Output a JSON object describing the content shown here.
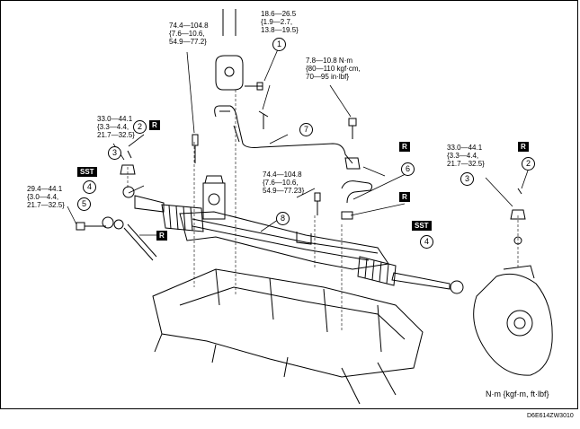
{
  "torque": {
    "t1": "18.6—26.5\n{1.9—2.7,\n13.8—19.5}",
    "t2": "74.4—104.8\n{7.6—10.6,\n54.9—77.2}",
    "t3": "7.8—10.8 N·m\n{80—110 kgf·cm,\n70—95 in·lbf}",
    "t4": "33.0—44.1\n{3.3—4.4,\n21.7—32.5}",
    "t5": "29.4—44.1\n{3.0—4.4,\n21.7—32.5}",
    "t6": "74.4—104.8\n{7.6—10.6,\n54.9—77.23}",
    "t7": "33.0—44.1\n{3.3—4.4,\n21.7—32.5}"
  },
  "callouts": [
    "1",
    "2",
    "3",
    "4",
    "5",
    "6",
    "7",
    "8",
    "2",
    "3",
    "4"
  ],
  "tags": {
    "replace": "R",
    "sst": "SST"
  },
  "footer": {
    "units": "N·m {kgf·m, ft·lbf}",
    "code": "D6E614ZW3010"
  },
  "colors": {
    "line": "#000000",
    "background": "#ffffff"
  }
}
